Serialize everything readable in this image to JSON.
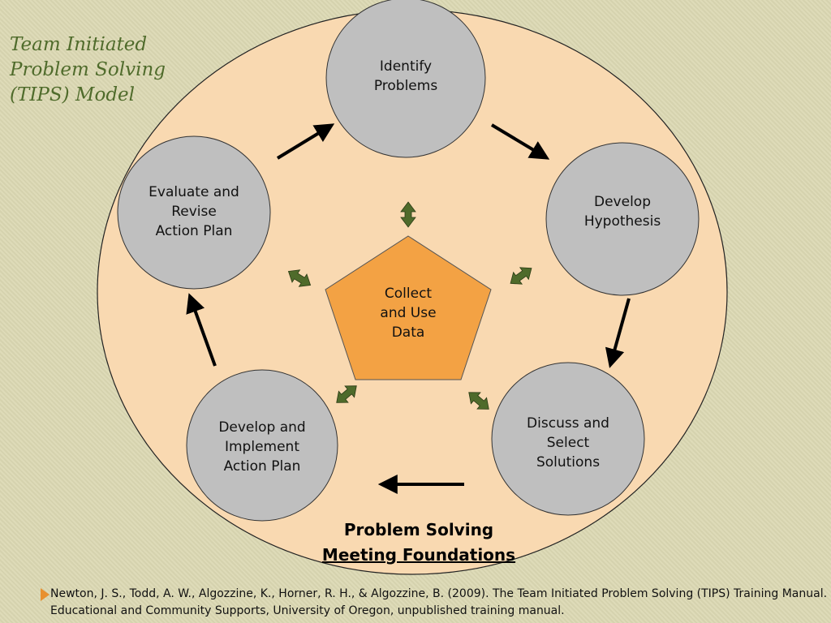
{
  "title": "Team Initiated Problem Solving (TIPS) Model",
  "nodes": {
    "identify": "Identify\nProblems",
    "hypothesis": "Develop\nHypothesis",
    "discuss": "Discuss and\nSelect\nSolutions",
    "implement": "Develop and\nImplement\nAction Plan",
    "evaluate": "Evaluate and\nRevise\nAction Plan",
    "center": "Collect\nand Use\nData"
  },
  "foundation": {
    "line1": "Problem Solving",
    "line2": "Meeting Foundations"
  },
  "citation": "Newton, J. S., Todd, A. W., Algozzine, K., Horner, R. H., & Algozzine, B.  (2009). The Team Initiated Problem Solving (TIPS) Training Manual. Educational and Community Supports, University of Oregon, unpublished training manual.",
  "colors": {
    "outer_circle": "#f9d9b1",
    "step_circle": "#bfbfbf",
    "pentagon": "#f3a244",
    "double_arrow": "#4f6b2b",
    "flow_arrow": "#000000",
    "title": "#4f6b2b",
    "bullet": "#e8902f"
  }
}
